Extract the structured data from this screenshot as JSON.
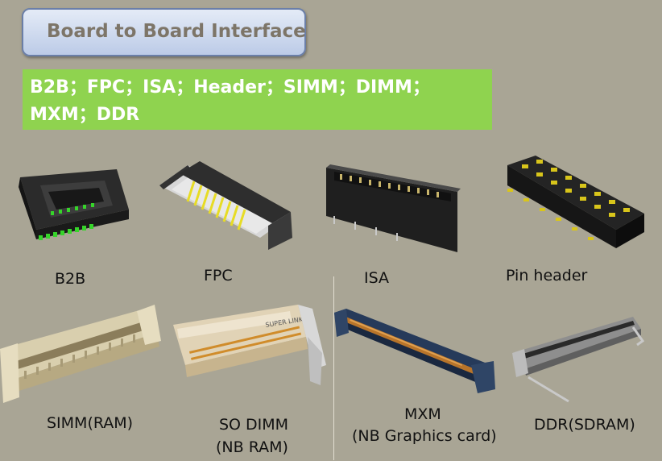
{
  "title": "Board to Board Interface",
  "connector_types": "B2B；FPC；ISA；Header；SIMM；DIMM；MXM；DDR",
  "connectors": [
    {
      "label": "B2B"
    },
    {
      "label": "FPC"
    },
    {
      "label": "ISA"
    },
    {
      "label": "Pin header"
    },
    {
      "label": "SIMM(RAM)"
    },
    {
      "label_line1": "SO DIMM",
      "label_line2": "(NB RAM)",
      "sticker_text": "SUPER LINK"
    },
    {
      "label_line1": "MXM",
      "label_line2": "(NB Graphics card)"
    },
    {
      "label": "DDR(SDRAM)"
    }
  ],
  "colors": {
    "background": "#a9a595",
    "title_text": "#7d7568",
    "accent_green": "#8fd34f"
  }
}
